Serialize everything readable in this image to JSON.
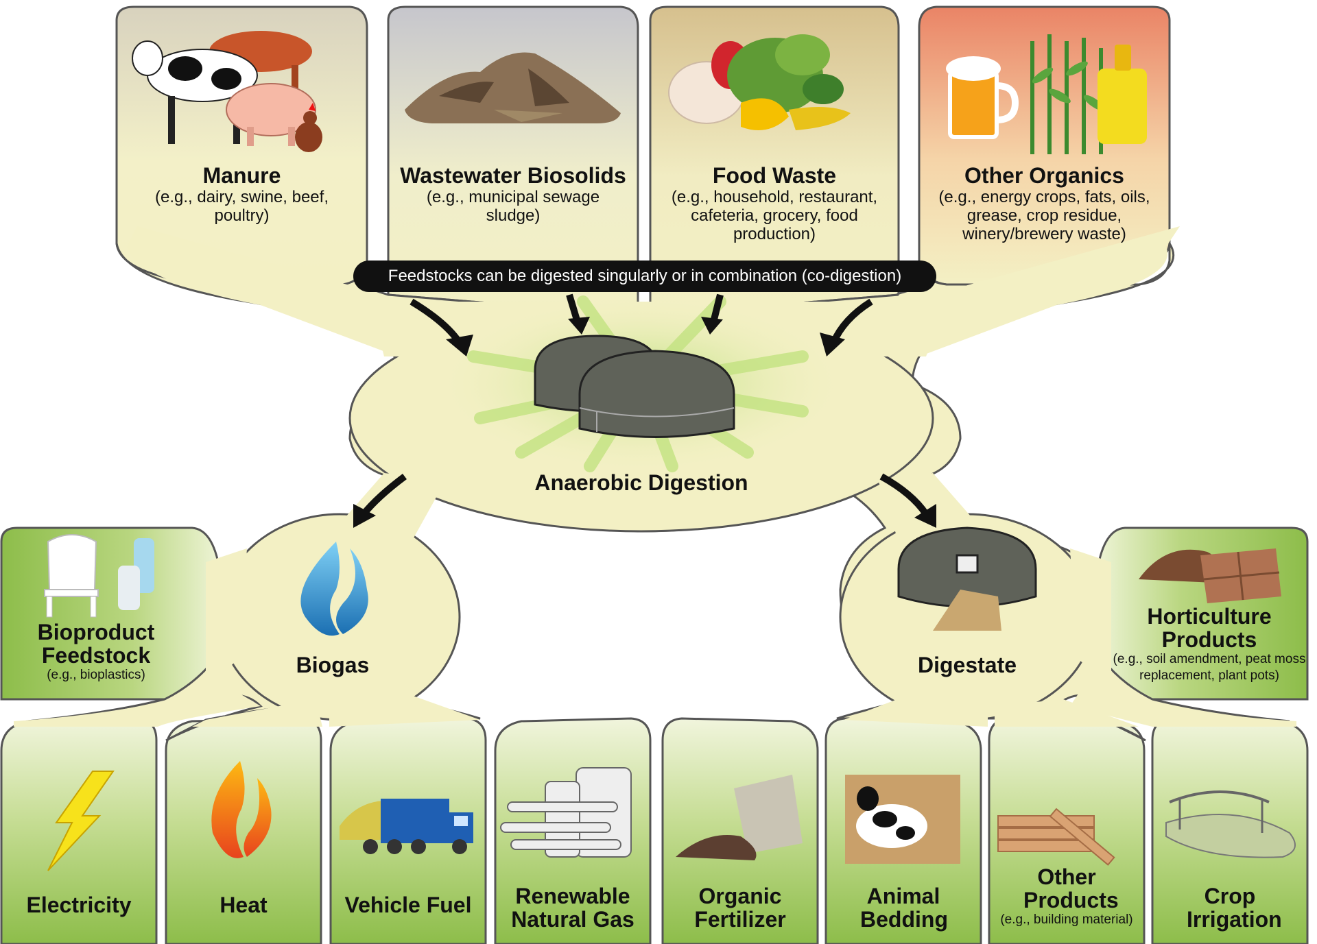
{
  "feedstocks": {
    "manure": {
      "title": "Manure",
      "examples": "(e.g., dairy, swine, beef, poultry)"
    },
    "biosolids": {
      "title": "Wastewater Biosolids",
      "examples": "(e.g., municipal sewage sludge)"
    },
    "food_waste": {
      "title": "Food Waste",
      "examples": "(e.g., household, restaurant, cafeteria, grocery, food production)"
    },
    "other_organics": {
      "title": "Other Organics",
      "examples": "(e.g., energy crops, fats, oils, grease, crop residue, winery/brewery waste)"
    }
  },
  "banner": "Feedstocks can be digested singularly or in combination (co-digestion)",
  "center": {
    "label": "Anaerobic Digestion"
  },
  "biogas": {
    "label": "Biogas",
    "bioproduct": {
      "title": "Bioproduct Feedstock",
      "examples": "(e.g., bioplastics)"
    },
    "uses": [
      "Electricity",
      "Heat",
      "Vehicle Fuel",
      "Renewable Natural Gas"
    ]
  },
  "digestate": {
    "label": "Digestate",
    "horticulture": {
      "title": "Horticulture Products",
      "examples": "(e.g., soil amendment, peat moss replacement, plant pots)"
    },
    "uses": [
      "Organic Fertilizer",
      "Animal Bedding",
      "Other Products",
      "Crop Irrigation"
    ],
    "other_products_examples": "(e.g., building material)"
  },
  "colors": {
    "blob": "#f3f0c4",
    "outline": "#555555",
    "green_top": "#f1f6e0",
    "green_bottom": "#8dbd4a",
    "banner": "#111111",
    "flame_blue": "#2e9fd8",
    "flame_orange": "#f26b21",
    "bolt": "#f7e21b",
    "tank": "#5f6259"
  },
  "icons": {
    "manure": "farm-animals-icon",
    "biosolids": "sludge-pile-icon",
    "food_waste": "food-scraps-icon",
    "other_organics": "beer-crops-oil-icon",
    "digester": "digester-tanks-icon",
    "biogas": "blue-flame-icon",
    "digestate": "digestate-tank-icon",
    "bioproduct": "chair-bottles-icon",
    "horticulture": "peat-pots-icon",
    "electricity": "lightning-bolt-icon",
    "heat": "flame-icon",
    "vehicle_fuel": "garbage-truck-icon",
    "rng": "gas-pipes-icon",
    "fertilizer": "fertilizer-bag-icon",
    "bedding": "calf-bedding-icon",
    "other_products": "lumber-icon",
    "irrigation": "pivot-irrigation-icon"
  }
}
